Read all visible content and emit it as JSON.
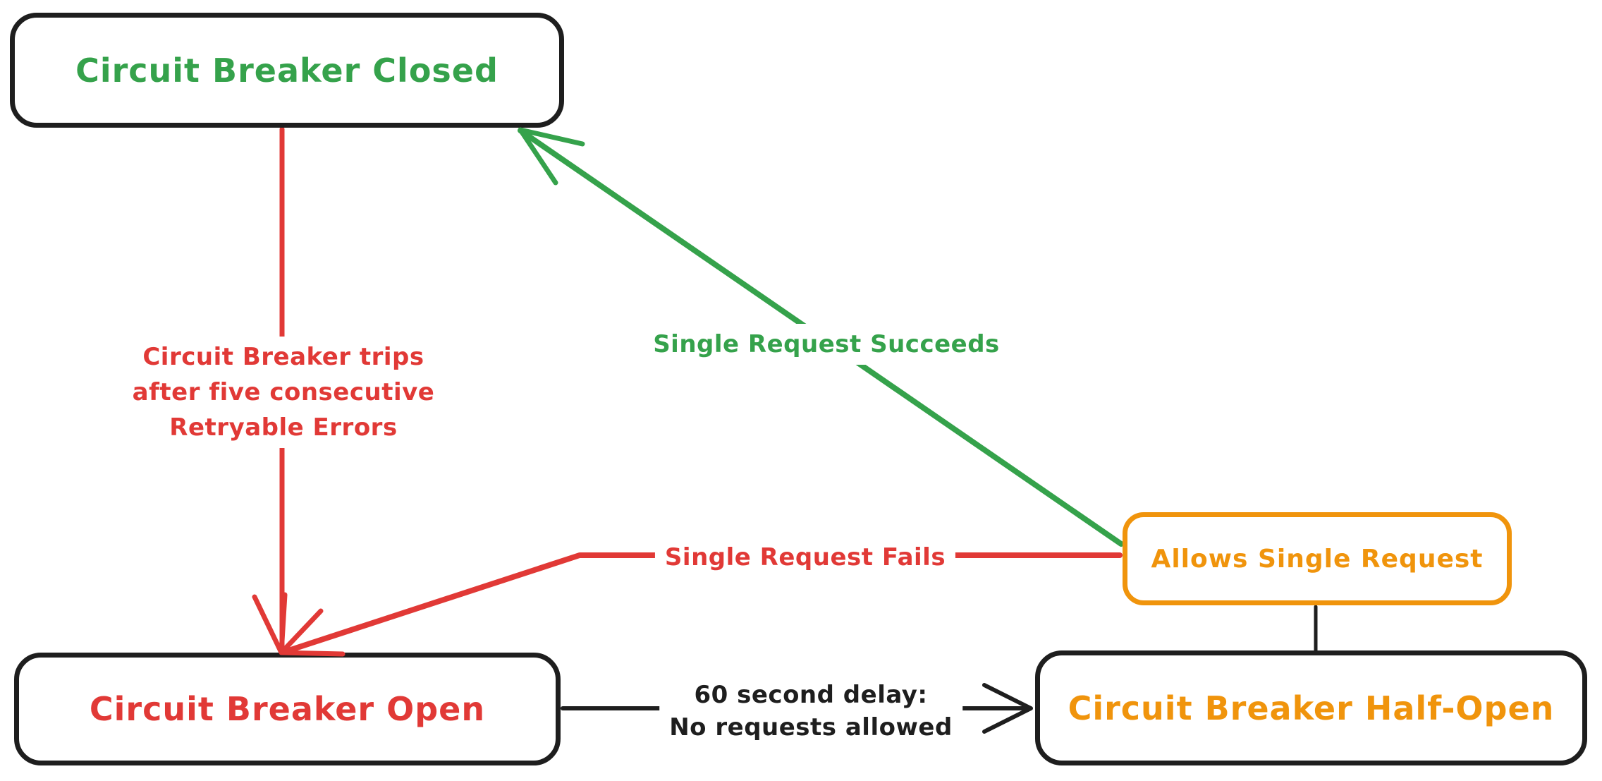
{
  "diagram_type": "state-diagram",
  "colors": {
    "green": "#35a24b",
    "red": "#e13936",
    "orange": "#f0940c",
    "ink": "#1e1e1e",
    "background": "#ffffff"
  },
  "nodes": {
    "closed": {
      "label": "Circuit Breaker Closed"
    },
    "open": {
      "label": "Circuit Breaker Open"
    },
    "half_open": {
      "label": "Circuit Breaker Half-Open"
    },
    "allows_single_request": {
      "label": "Allows Single Request"
    }
  },
  "edges": {
    "trips": {
      "from": "closed",
      "to": "open",
      "label_line1": "Circuit Breaker trips",
      "label_line2": "after five consecutive",
      "label_line3": "Retryable Errors"
    },
    "succeeds": {
      "from": "allows_single_request",
      "to": "closed",
      "label": "Single Request Succeeds"
    },
    "fails": {
      "from": "allows_single_request",
      "to": "open",
      "label": "Single Request Fails"
    },
    "delay": {
      "from": "open",
      "to": "half_open",
      "label_line1": "60 second delay:",
      "label_line2": "No requests allowed"
    },
    "half_open_to_allows": {
      "from": "half_open",
      "to": "allows_single_request",
      "label": ""
    }
  }
}
